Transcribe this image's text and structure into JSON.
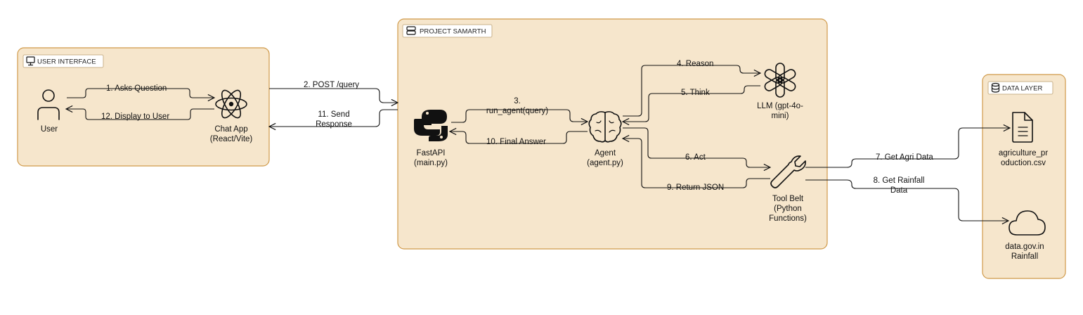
{
  "groups": {
    "user_interface": "USER INTERFACE",
    "project": "PROJECT SAMARTH",
    "data_layer": "DATA LAYER"
  },
  "nodes": {
    "user": "User",
    "chat_app": [
      "Chat App",
      "(React/Vite)"
    ],
    "fastapi": [
      "FastAPI",
      "(main.py)"
    ],
    "agent": [
      "Agent",
      "(agent.py)"
    ],
    "llm": [
      "LLM (gpt-4o-",
      "mini)"
    ],
    "tool_belt": [
      "Tool Belt",
      "(Python",
      "Functions)"
    ],
    "agri_csv": [
      "agriculture_pr",
      "oduction.csv"
    ],
    "rainfall": [
      "data.gov.in",
      "Rainfall"
    ]
  },
  "edges": {
    "e1": "1. Asks Question",
    "e12": "12. Display to User",
    "e2": "2. POST /query",
    "e11": [
      "11. Send",
      "Response"
    ],
    "e3": [
      "3.",
      "run_agent(query)"
    ],
    "e10": "10. Final Answer",
    "e4": "4. Reason",
    "e5": "5. Think",
    "e6": "6. Act",
    "e9": "9. Return JSON",
    "e7": "7. Get Agri Data",
    "e8": [
      "8. Get Rainfall",
      "Data"
    ]
  },
  "icons": {
    "user": "user-icon",
    "chat_app": "react-icon",
    "fastapi": "python-icon",
    "agent": "brain-icon",
    "llm": "openai-icon",
    "tool_belt": "wrench-icon",
    "agri_csv": "file-icon",
    "rainfall": "cloud-icon",
    "ui_group": "monitor-icon",
    "project_group": "server-icon",
    "data_group": "database-icon"
  },
  "colors": {
    "group_fill": "#f6e6cc",
    "group_border": "#d09a4a",
    "line": "#111111",
    "python_blue": "#111111"
  }
}
